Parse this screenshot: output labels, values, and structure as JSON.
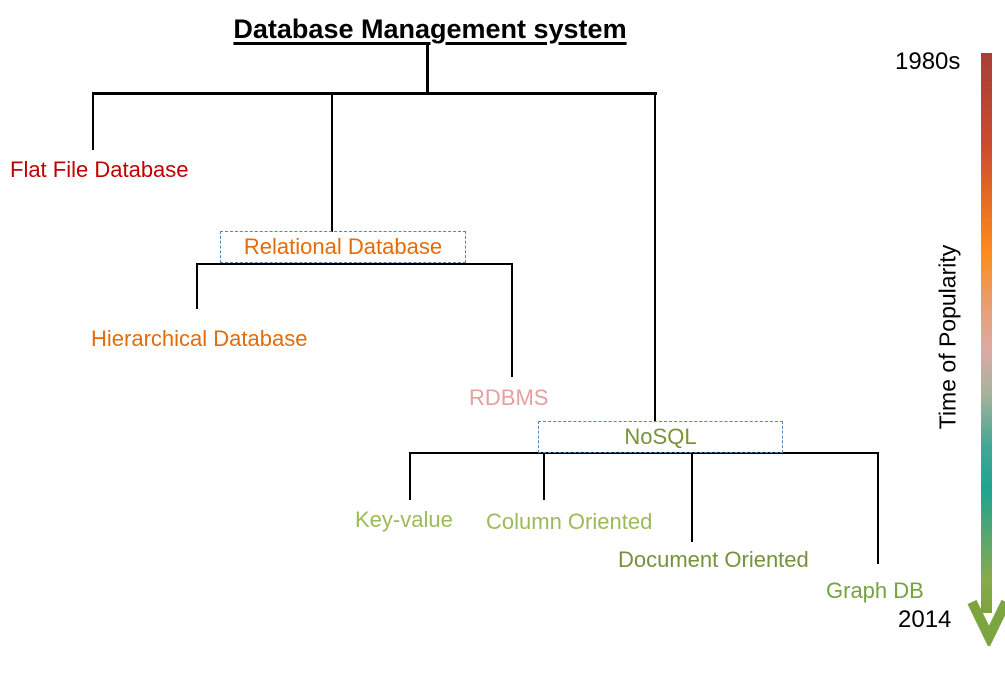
{
  "title": "Database Management system",
  "nodes": {
    "flat_file": {
      "label": "Flat File Database",
      "color": "#c00000"
    },
    "relational": {
      "label": "Relational Database",
      "color": "#e36c0a",
      "boxed": true
    },
    "hierarchical": {
      "label": "Hierarchical Database",
      "color": "#e36c0a"
    },
    "rdbms": {
      "label": "RDBMS",
      "color": "#e5a09e"
    },
    "nosql": {
      "label": "NoSQL",
      "color": "#77933c",
      "boxed": true
    },
    "key_value": {
      "label": "Key-value",
      "color": "#9bbb59"
    },
    "column_oriented": {
      "label": "Column Oriented",
      "color": "#9bbb59"
    },
    "document_oriented": {
      "label": "Document Oriented",
      "color": "#76923c"
    },
    "graph_db": {
      "label": "Graph DB",
      "color": "#76a243"
    }
  },
  "timeline": {
    "start_label": "1980s",
    "end_label": "2014",
    "axis_label": "Time of Popularity",
    "arrow_icon": "down-arrow-icon",
    "gradient_stops": [
      "#a63f39",
      "#c94b2e",
      "#fb8d1e",
      "#dcaaa5",
      "#1fa390",
      "#7fa23d"
    ],
    "arrowhead_color": "#7ca43f"
  },
  "colors": {
    "connector_line": "#000000",
    "node_box_border": "#5b84b1",
    "title_text": "#000000"
  }
}
